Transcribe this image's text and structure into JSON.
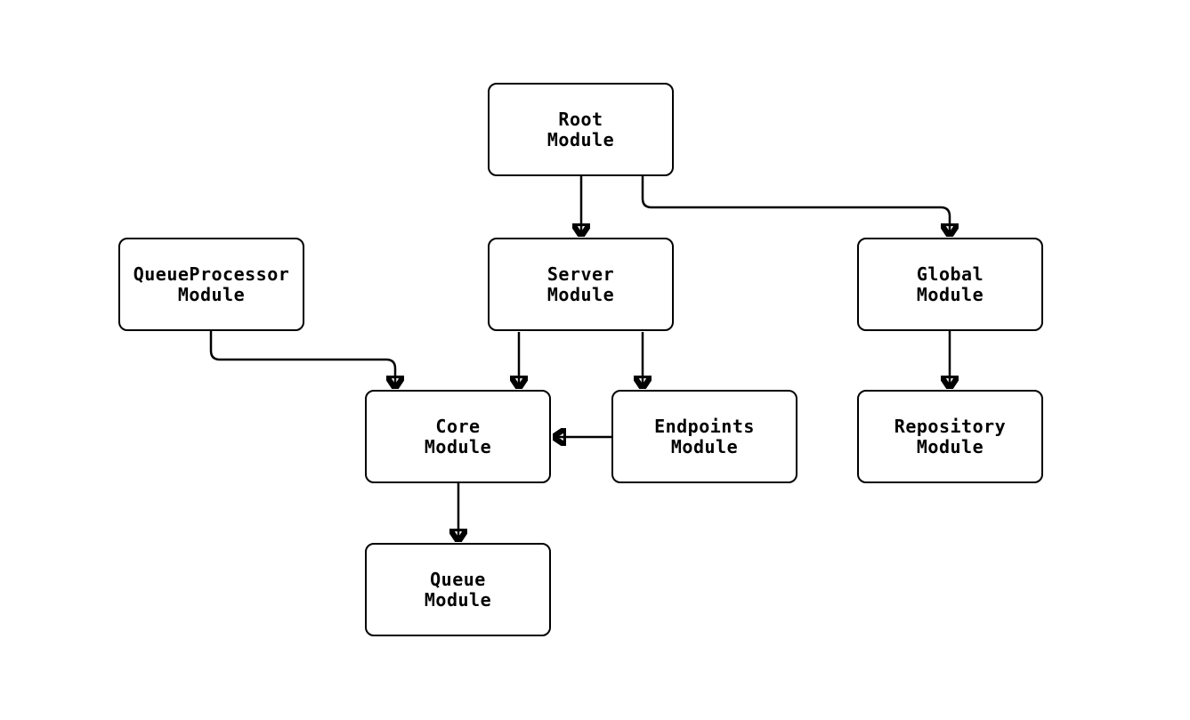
{
  "diagram": {
    "type": "flowchart",
    "background_color": "#ffffff",
    "stroke_color": "#000000",
    "node_fill_color": "#ffffff",
    "nodes": [
      {
        "id": "root",
        "label": "Root\nModule"
      },
      {
        "id": "queueprocessor",
        "label": "QueueProcessor\nModule"
      },
      {
        "id": "server",
        "label": "Server\nModule"
      },
      {
        "id": "global",
        "label": "Global\nModule"
      },
      {
        "id": "core",
        "label": "Core\nModule"
      },
      {
        "id": "endpoints",
        "label": "Endpoints\nModule"
      },
      {
        "id": "repository",
        "label": "Repository\nModule"
      },
      {
        "id": "queue",
        "label": "Queue\nModule"
      }
    ],
    "edges": [
      {
        "from": "root",
        "to": "server"
      },
      {
        "from": "root",
        "to": "global"
      },
      {
        "from": "queueprocessor",
        "to": "core"
      },
      {
        "from": "server",
        "to": "core"
      },
      {
        "from": "server",
        "to": "endpoints"
      },
      {
        "from": "endpoints",
        "to": "core"
      },
      {
        "from": "global",
        "to": "repository"
      },
      {
        "from": "core",
        "to": "queue"
      }
    ]
  }
}
